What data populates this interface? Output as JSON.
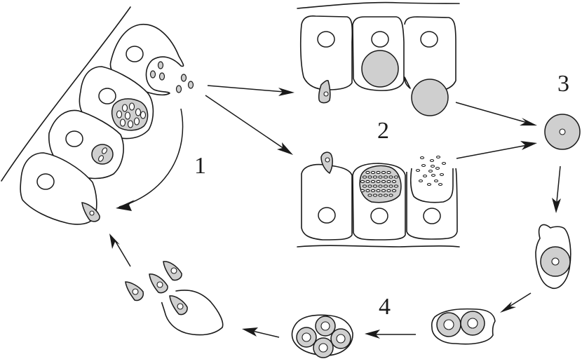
{
  "diagram": {
    "type": "life-cycle",
    "stage_labels": [
      {
        "id": "stage-1",
        "text": "1"
      },
      {
        "id": "stage-2",
        "text": "2"
      },
      {
        "id": "stage-3",
        "text": "3"
      },
      {
        "id": "stage-4",
        "text": "4"
      }
    ],
    "colors": {
      "stroke": "#1a1a1a",
      "fill_gray": "#cfcfcf",
      "background": "#ffffff"
    }
  }
}
